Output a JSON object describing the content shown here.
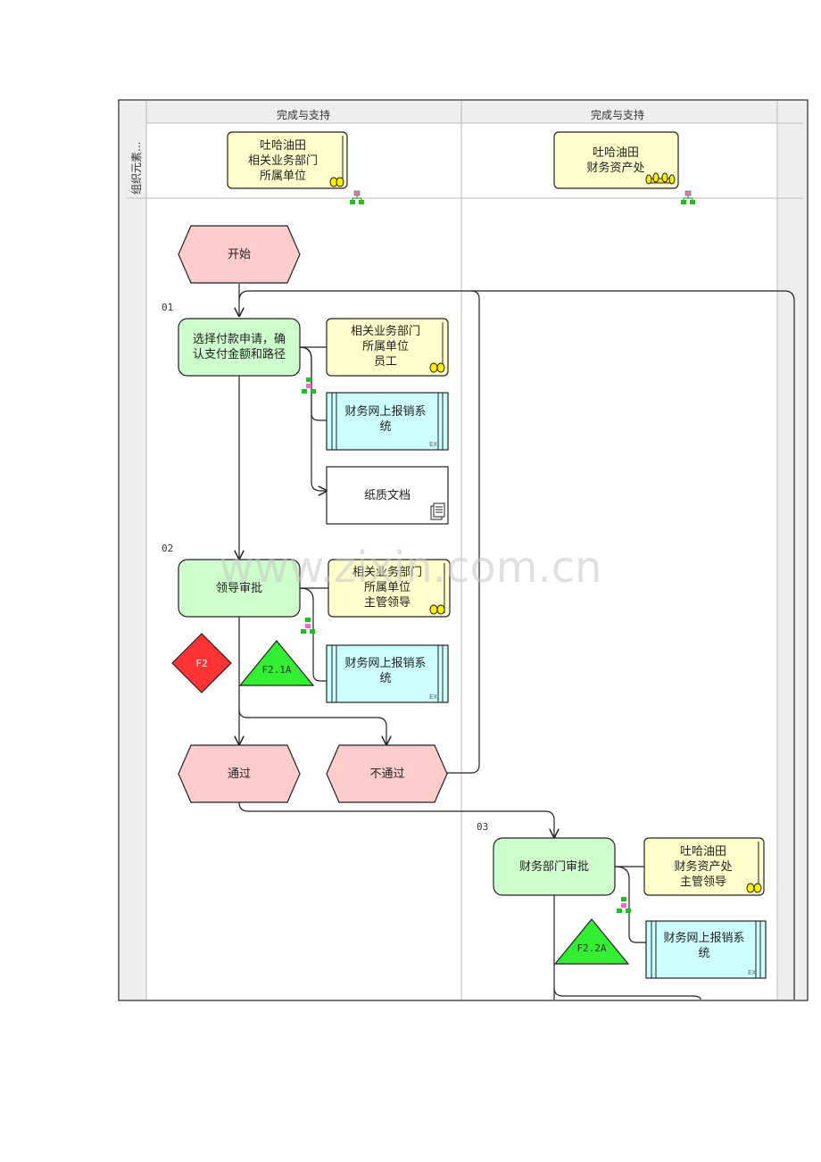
{
  "lanes": [
    {
      "header": "完成与支持",
      "org_lines": [
        "吐哈油田",
        "相关业务部门",
        "所属单位"
      ]
    },
    {
      "header": "完成与支持",
      "org_lines": [
        "吐哈油田",
        "财务资产处"
      ]
    }
  ],
  "side_label": "组织元素...",
  "start_event": "开始",
  "steps": [
    {
      "number": "01",
      "lines": [
        "选择付款申请，确",
        "认支付金额和路径"
      ]
    },
    {
      "number": "02",
      "lines": [
        "领导审批"
      ]
    },
    {
      "number": "03",
      "lines": [
        "财务部门审批"
      ]
    }
  ],
  "roles": {
    "staff": [
      "相关业务部门",
      "所属单位",
      "员工"
    ],
    "supervisor": [
      "相关业务部门",
      "所属单位",
      "主管领导"
    ],
    "finance_supervisor": [
      "吐哈油田",
      "财务资产处",
      "主管领导"
    ]
  },
  "system": {
    "lines": [
      "财务网上报销系",
      "统"
    ],
    "tag": "EX"
  },
  "document": "纸质文档",
  "risk_marker": "F2",
  "control_markers": [
    "F2.1A",
    "F2.2A"
  ],
  "outcomes": {
    "pass": "通过",
    "fail": "不通过"
  },
  "watermark": "www.zixin.com.cn",
  "colors": {
    "event_fill": "#ffcccc",
    "step_fill": "#ccffcc",
    "role_fill": "#ffffcc",
    "system_fill": "#ccffff",
    "risk_fill": "#ff3333",
    "control_fill": "#33ee33",
    "icon_yellow": "#ffee00",
    "connector_green": "#22bb22",
    "connector_pink": "#ff66cc"
  }
}
